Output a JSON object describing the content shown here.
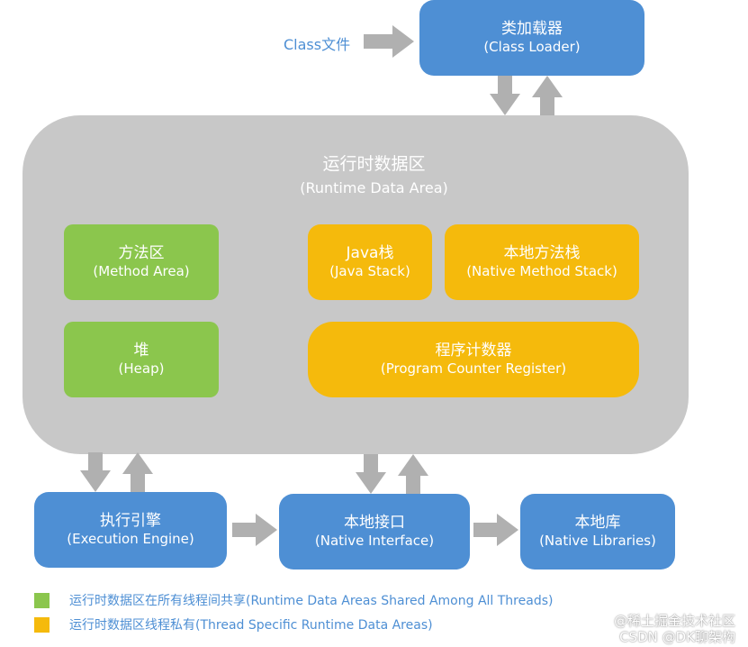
{
  "input_label": "Class文件",
  "class_loader": {
    "zh": "类加载器",
    "en": "(Class Loader)"
  },
  "runtime_area": {
    "zh": "运行时数据区",
    "en": "(Runtime Data Area)"
  },
  "method_area": {
    "zh": "方法区",
    "en": "(Method Area)"
  },
  "heap": {
    "zh": "堆",
    "en": "(Heap)"
  },
  "java_stack": {
    "zh": "Java栈",
    "en": "(Java Stack)"
  },
  "native_method_stack": {
    "zh": "本地方法栈",
    "en": "(Native Method Stack)"
  },
  "pc_register": {
    "zh": "程序计数器",
    "en": "(Program Counter Register)"
  },
  "execution_engine": {
    "zh": "执行引擎",
    "en": "(Execution Engine)"
  },
  "native_interface": {
    "zh": "本地接口",
    "en": "(Native Interface)"
  },
  "native_libraries": {
    "zh": "本地库",
    "en": "(Native Libraries)"
  },
  "legend": [
    {
      "color": "#8bc64d",
      "text": "运行时数据区在所有线程间共享(Runtime Data Areas Shared Among All Threads)"
    },
    {
      "color": "#f5ba0c",
      "text": "运行时数据区线程私有(Thread Specific Runtime Data Areas)"
    }
  ],
  "watermark": {
    "line1": "@稀土掘金技术社区",
    "line2": "CSDN @DK聊架构"
  },
  "colors": {
    "shared": "#8bc64d",
    "thread_specific": "#f5ba0c",
    "component": "#4e8fd4",
    "runtime_area": "#c8c8c8",
    "arrow": "#b0b0b0"
  }
}
